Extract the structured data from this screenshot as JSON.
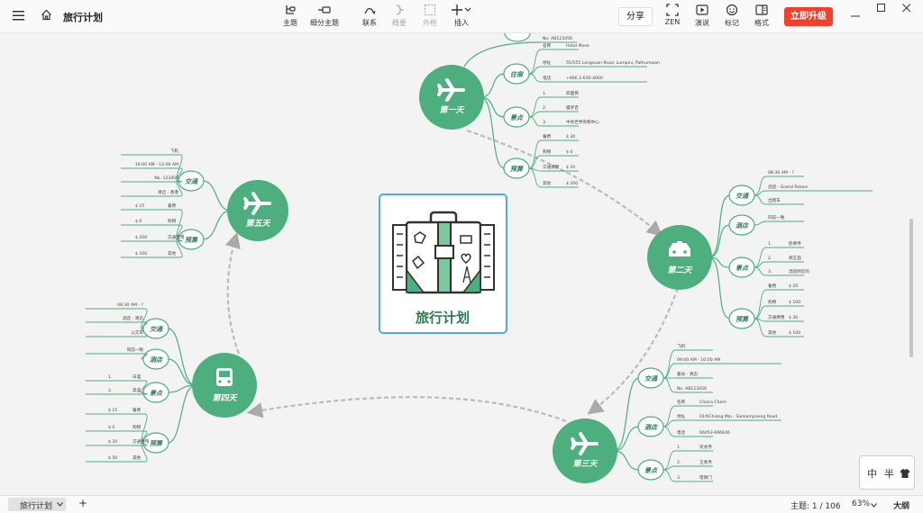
{
  "header": {
    "title": "旅行计划",
    "toolbar": [
      {
        "label": "主题",
        "icon": "topic-icon",
        "enabled": true
      },
      {
        "label": "细分主题",
        "icon": "subtopic-icon",
        "enabled": true
      },
      {
        "label": "联系",
        "icon": "relationship-icon",
        "enabled": true
      },
      {
        "label": "概要",
        "icon": "summary-icon",
        "enabled": false
      },
      {
        "label": "外框",
        "icon": "boundary-icon",
        "enabled": false
      },
      {
        "label": "插入",
        "icon": "insert-icon",
        "enabled": true
      }
    ],
    "share_label": "分享",
    "right_tools": [
      {
        "label": "ZEN",
        "icon": "zen-icon"
      },
      {
        "label": "演说",
        "icon": "pitch-icon"
      },
      {
        "label": "标记",
        "icon": "marker-icon"
      },
      {
        "label": "格式",
        "icon": "format-icon"
      }
    ],
    "upgrade_label": "立即升级",
    "colors": {
      "accent": "#4caf7d",
      "upgrade": "#f0402e",
      "center_border": "#4aaee0"
    }
  },
  "map": {
    "center": {
      "title": "旅行计划"
    },
    "days": [
      {
        "title": "第一天",
        "icon": "airplane-icon",
        "branches": [
          {
            "label": "住宿",
            "leaves": [
              {
                "k": "名称",
                "v": "Hotel Muse"
              },
              {
                "k": "地址",
                "v": "55/555 Langsuan Road, Lumpini, Pathumwan"
              },
              {
                "k": "电话",
                "v": "+666 2-630-4000"
              }
            ]
          },
          {
            "label": "景点",
            "leaves": [
              {
                "k": "1.",
                "v": "四面佛"
              },
              {
                "k": "2.",
                "v": "暹罗百"
              },
              {
                "k": "3.",
                "v": "中央世界购物中心"
              }
            ]
          },
          {
            "label": "预算",
            "leaves": [
              {
                "k": "餐费",
                "v": "$ 30"
              },
              {
                "k": "购物",
                "v": "$ 0"
              },
              {
                "k": "交通费用",
                "v": "$ 20"
              },
              {
                "k": "其他",
                "v": "$ 200"
              }
            ]
          }
        ],
        "top_leaf": "No. AB123456"
      },
      {
        "title": "第二天",
        "icon": "taxi-icon",
        "branches": [
          {
            "label": "交通",
            "leaves": [
              {
                "k": "",
                "v": "08:30 AM - ?"
              },
              {
                "k": "",
                "v": "酒店 - Grand Palace"
              },
              {
                "k": "",
                "v": "出租车"
              }
            ]
          },
          {
            "label": "酒店",
            "leaves": [
              {
                "k": "",
                "v": "同前一晚"
              }
            ]
          },
          {
            "label": "景点",
            "leaves": [
              {
                "k": "1.",
                "v": "卧佛寺"
              },
              {
                "k": "2.",
                "v": "郑王庙"
              },
              {
                "k": "3.",
                "v": "酒店附近的"
              }
            ]
          },
          {
            "label": "预算",
            "leaves": [
              {
                "k": "餐费",
                "v": "$ 20"
              },
              {
                "k": "购物",
                "v": "$ 100"
              },
              {
                "k": "交通费用",
                "v": "$ 30"
              },
              {
                "k": "其他",
                "v": "$ 100"
              }
            ]
          }
        ]
      },
      {
        "title": "第三天",
        "icon": "airplane-icon",
        "branches": [
          {
            "label": "交通",
            "leaves": [
              {
                "k": "",
                "v": "飞机"
              },
              {
                "k": "",
                "v": "09:00 AM - 10:00 AM"
              },
              {
                "k": "",
                "v": "曼谷 - 清迈"
              },
              {
                "k": "",
                "v": "No. AB123456"
              }
            ]
          },
          {
            "label": "酒店",
            "leaves": [
              {
                "k": "名称",
                "v": "Chiara Chem"
              },
              {
                "k": "地址",
                "v": "01/6Chiang Mai - Sankampaeng Road"
              },
              {
                "k": "电话",
                "v": "66053-666646"
              }
            ]
          },
          {
            "label": "景点",
            "leaves": [
              {
                "k": "1.",
                "v": "双龙寺"
              },
              {
                "k": "2.",
                "v": "王者寺"
              },
              {
                "k": "3.",
                "v": "塔佩门"
              }
            ]
          }
        ]
      },
      {
        "title": "第四天",
        "icon": "bus-icon",
        "branches": [
          {
            "label": "交通",
            "leaves": [
              {
                "k": "",
                "v": "08:30 AM - ?"
              },
              {
                "k": "",
                "v": "酒店 - 清迈"
              },
              {
                "k": "",
                "v": "公交车"
              }
            ]
          },
          {
            "label": "酒店",
            "leaves": [
              {
                "k": "",
                "v": "同前一晚"
              }
            ]
          },
          {
            "label": "景点",
            "leaves": [
              {
                "k": "1.",
                "v": "白庙"
              },
              {
                "k": "2.",
                "v": "黑庙"
              }
            ]
          },
          {
            "label": "预算",
            "leaves": [
              {
                "k": "$ 15",
                "v": "餐费"
              },
              {
                "k": "$ 0",
                "v": "购物"
              },
              {
                "k": "$ 20",
                "v": "交通费用"
              },
              {
                "k": "$ 50",
                "v": "其他"
              }
            ]
          }
        ]
      },
      {
        "title": "第五天",
        "icon": "airplane-icon",
        "branches": [
          {
            "label": "交通",
            "leaves": [
              {
                "k": "",
                "v": "飞机"
              },
              {
                "k": "",
                "v": "10:00 AM - 12:00 AM"
              },
              {
                "k": "",
                "v": "No. 123456"
              },
              {
                "k": "",
                "v": "清迈 - 香港"
              }
            ]
          },
          {
            "label": "预算",
            "leaves": [
              {
                "k": "$ 15",
                "v": "餐费"
              },
              {
                "k": "$ 0",
                "v": "购物"
              },
              {
                "k": "$ 200",
                "v": "交通费用"
              },
              {
                "k": "$ 100",
                "v": "其他"
              }
            ]
          }
        ]
      }
    ]
  },
  "footer": {
    "sheet_tab": "旅行计划",
    "add_sheet": "+",
    "topic_count": "主题: 1 / 106",
    "zoom": "63%",
    "outline": "大纲"
  },
  "ime": {
    "mode": "中",
    "width": "半"
  }
}
